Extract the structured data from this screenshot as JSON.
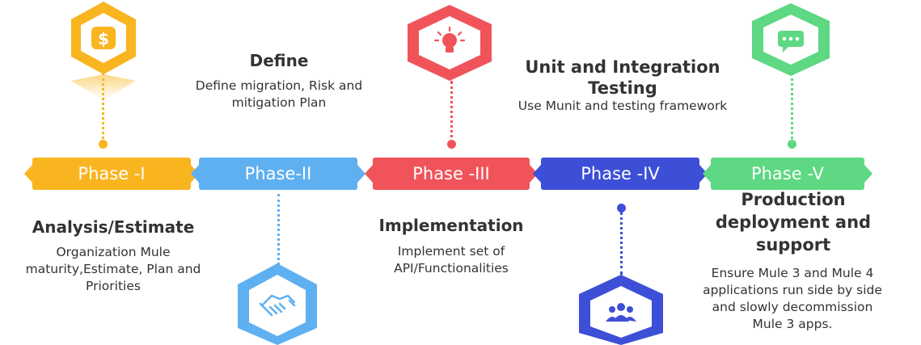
{
  "phases": [
    {
      "label": "Phase -I",
      "color": "#f9b520",
      "title": "Analysis/Estimate",
      "description": "Organization Mule maturity,Estimate, Plan and Priorities",
      "icon": "dollar-icon"
    },
    {
      "label": "Phase-II",
      "color": "#5fb0f0",
      "title": "Define",
      "description": "Define migration, Risk and mitigation Plan",
      "icon": "handshake-icon"
    },
    {
      "label": "Phase -III",
      "color": "#f0545a",
      "title": "Implementation",
      "description": "Implement set of API/Functionalities",
      "icon": "lightbulb-icon"
    },
    {
      "label": "Phase -IV",
      "color": "#3d4fd6",
      "title": "Unit and Integration Testing",
      "description": "Use Munit and testing framework",
      "icon": "team-icon"
    },
    {
      "label": "Phase -V",
      "color": "#5ed883",
      "title": "Production deployment and support",
      "description": "Ensure Mule 3 and Mule 4 applications run side by side and slowly decommission Mule 3 apps.",
      "icon": "chat-icon"
    }
  ]
}
